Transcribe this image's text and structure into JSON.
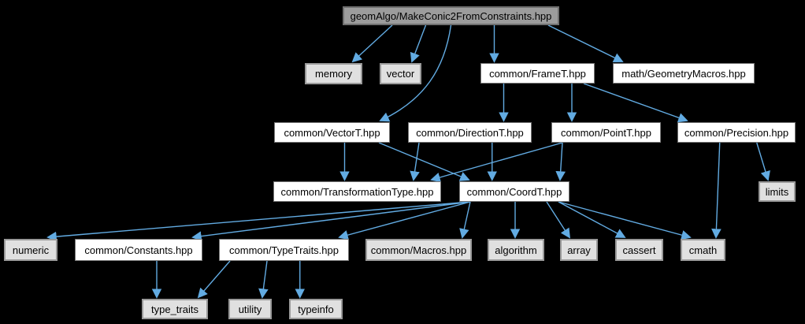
{
  "graph": {
    "title": "Include dependency graph for geomAlgo/MakeConic2FromConstraints.hpp",
    "background_color": "#000000",
    "edge_color": "#62ABE2",
    "root_fill": "#9c9c9c",
    "project_node_fill": "#ffffff",
    "system_node_fill": "#e0e0e0",
    "nodes": [
      {
        "id": "makeconic2",
        "label": "geomAlgo/MakeConic2FromConstraints.hpp",
        "kind": "root"
      },
      {
        "id": "memory",
        "label": "memory",
        "kind": "system"
      },
      {
        "id": "vector",
        "label": "vector",
        "kind": "system"
      },
      {
        "id": "framet",
        "label": "common/FrameT.hpp",
        "kind": "project"
      },
      {
        "id": "geometrymacros",
        "label": "math/GeometryMacros.hpp",
        "kind": "project"
      },
      {
        "id": "vectort",
        "label": "common/VectorT.hpp",
        "kind": "project"
      },
      {
        "id": "directiont",
        "label": "common/DirectionT.hpp",
        "kind": "project"
      },
      {
        "id": "pointt",
        "label": "common/PointT.hpp",
        "kind": "project"
      },
      {
        "id": "precision",
        "label": "common/Precision.hpp",
        "kind": "project"
      },
      {
        "id": "transformationtype",
        "label": "common/TransformationType.hpp",
        "kind": "project"
      },
      {
        "id": "coordt",
        "label": "common/CoordT.hpp",
        "kind": "project"
      },
      {
        "id": "limits",
        "label": "limits",
        "kind": "system"
      },
      {
        "id": "numeric",
        "label": "numeric",
        "kind": "system"
      },
      {
        "id": "constants",
        "label": "common/Constants.hpp",
        "kind": "project"
      },
      {
        "id": "typetraits",
        "label": "common/TypeTraits.hpp",
        "kind": "project"
      },
      {
        "id": "macros",
        "label": "common/Macros.hpp",
        "kind": "system"
      },
      {
        "id": "algorithm",
        "label": "algorithm",
        "kind": "system"
      },
      {
        "id": "array",
        "label": "array",
        "kind": "system"
      },
      {
        "id": "cassert",
        "label": "cassert",
        "kind": "system"
      },
      {
        "id": "cmath",
        "label": "cmath",
        "kind": "system"
      },
      {
        "id": "type_traits",
        "label": "type_traits",
        "kind": "system"
      },
      {
        "id": "utility",
        "label": "utility",
        "kind": "system"
      },
      {
        "id": "typeinfo",
        "label": "typeinfo",
        "kind": "system"
      }
    ],
    "edges": [
      {
        "from": "makeconic2",
        "to": "memory"
      },
      {
        "from": "makeconic2",
        "to": "vector"
      },
      {
        "from": "makeconic2",
        "to": "vectort",
        "curved": true
      },
      {
        "from": "makeconic2",
        "to": "framet"
      },
      {
        "from": "makeconic2",
        "to": "geometrymacros"
      },
      {
        "from": "framet",
        "to": "directiont"
      },
      {
        "from": "framet",
        "to": "pointt"
      },
      {
        "from": "framet",
        "to": "precision"
      },
      {
        "from": "vectort",
        "to": "transformationtype"
      },
      {
        "from": "vectort",
        "to": "coordt"
      },
      {
        "from": "directiont",
        "to": "transformationtype"
      },
      {
        "from": "directiont",
        "to": "coordt"
      },
      {
        "from": "pointt",
        "to": "transformationtype"
      },
      {
        "from": "pointt",
        "to": "coordt"
      },
      {
        "from": "precision",
        "to": "limits"
      },
      {
        "from": "precision",
        "to": "cmath"
      },
      {
        "from": "coordt",
        "to": "numeric"
      },
      {
        "from": "coordt",
        "to": "constants"
      },
      {
        "from": "coordt",
        "to": "typetraits"
      },
      {
        "from": "coordt",
        "to": "macros"
      },
      {
        "from": "coordt",
        "to": "algorithm"
      },
      {
        "from": "coordt",
        "to": "array"
      },
      {
        "from": "coordt",
        "to": "cassert"
      },
      {
        "from": "coordt",
        "to": "cmath"
      },
      {
        "from": "constants",
        "to": "type_traits"
      },
      {
        "from": "typetraits",
        "to": "type_traits"
      },
      {
        "from": "typetraits",
        "to": "utility"
      },
      {
        "from": "typetraits",
        "to": "typeinfo"
      }
    ]
  }
}
